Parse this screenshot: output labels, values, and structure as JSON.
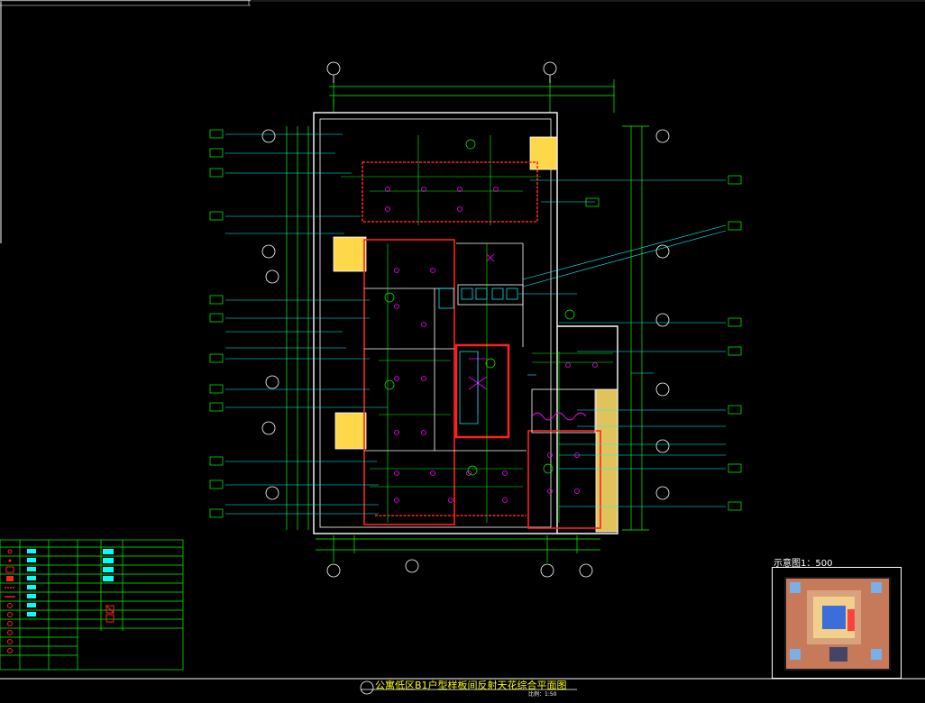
{
  "drawing": {
    "title": "公寓低区B1户型样板间反射天花综合平面图",
    "scale": "比例：1:50",
    "keymap_label": "示意图1：500"
  },
  "colors": {
    "background": "#000000",
    "wall": "#ffffff",
    "dimension": "#00ff00",
    "leader": "#00ffff",
    "ceiling_edge": "#ff0000",
    "fixture": "#ff00ff",
    "tag": "#00ff00",
    "hatch": "#ffff66"
  }
}
